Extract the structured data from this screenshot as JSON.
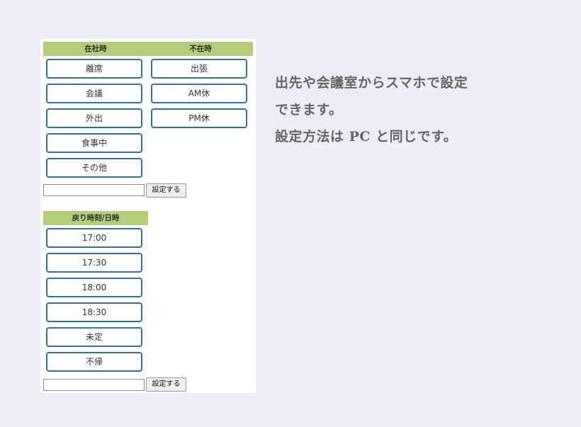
{
  "status_panel": {
    "header_in_office": "在社時",
    "header_out_of_office": "不在時",
    "in_office_buttons": [
      "離席",
      "会議",
      "外出",
      "食事中",
      "その他"
    ],
    "out_of_office_buttons": [
      "出張",
      "AM休",
      "PM休"
    ],
    "custom_input_value": "",
    "submit_label": "設定する"
  },
  "return_panel": {
    "header": "戻り時刻/日時",
    "buttons": [
      "17:00",
      "17:30",
      "18:00",
      "18:30",
      "未定",
      "不帰"
    ],
    "custom_input_value": "",
    "submit_label": "設定する"
  },
  "description": {
    "lines": [
      "出先や会議室からスマホで設定",
      "できます。",
      "設定方法は PC と同じです。"
    ]
  },
  "colors": {
    "background": "#ecedf5",
    "header_green": "#b4cd78",
    "button_border": "#2f6fb2",
    "description_text": "#656565"
  }
}
